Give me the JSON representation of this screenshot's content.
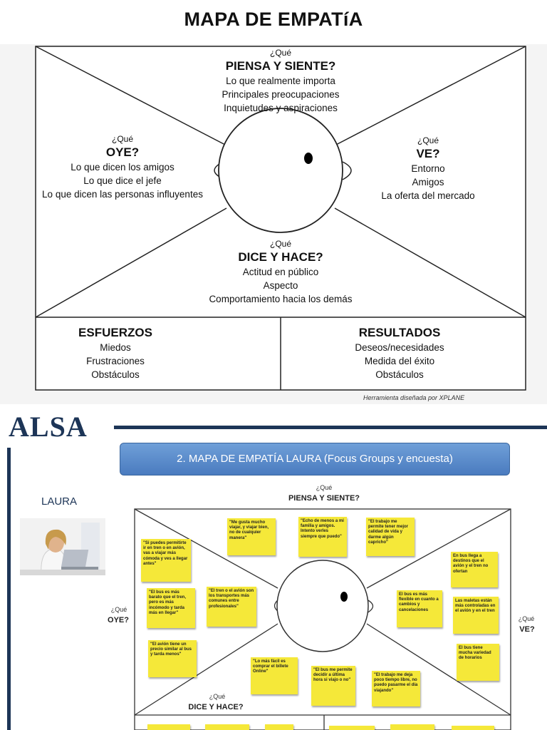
{
  "page_title": "MAPA DE EMPATíA",
  "map": {
    "piensa": {
      "q": "¿Qué",
      "h": "PIENSA Y SIENTE?",
      "lines": [
        "Lo que realmente importa",
        "Principales preocupaciones",
        "Inquietudes y aspiraciones"
      ]
    },
    "oye": {
      "q": "¿Qué",
      "h": "OYE?",
      "lines": [
        "Lo que dicen los amigos",
        "Lo que dice el jefe",
        "Lo que dicen las personas influyentes"
      ]
    },
    "ve": {
      "q": "¿Qué",
      "h": "VE?",
      "lines": [
        "Entorno",
        "Amigos",
        "La oferta del mercado"
      ]
    },
    "dice": {
      "q": "¿Qué",
      "h": "DICE Y HACE?",
      "lines": [
        "Actitud en público",
        "Aspecto",
        "Comportamiento hacia los demás"
      ]
    },
    "esfuerzos": {
      "h": "ESFUERZOS",
      "lines": [
        "Miedos",
        "Frustraciones",
        "Obstáculos"
      ]
    },
    "resultados": {
      "h": "RESULTADOS",
      "lines": [
        "Deseos/necesidades",
        "Medida del éxito",
        "Obstáculos"
      ]
    },
    "credit": "Herramienta diseñada por XPLANE"
  },
  "slide": {
    "logo": "ALSA",
    "banner": "2. MAPA DE EMPATÍA LAURA (Focus Groups y encuesta)",
    "person": "LAURA",
    "piensa_q": "¿Qué",
    "piensa_h": "PIENSA Y SIENTE?",
    "oye_q": "¿Qué",
    "oye_h": "OYE?",
    "ve_q": "¿Qué",
    "ve_h": "VE?",
    "dice_q": "¿Qué",
    "dice_h": "DICE Y HACE?",
    "notes": [
      "\"Me gusta mucho viajar, y viajar bien, no de cualquier manera\"",
      "\"Echo de menos a mi familia y amigos. Intento verles siempre que puedo\"",
      "\"El trabajo me permite tener mejor calidad de vida y darme algún capricho\"",
      "\"Si puedes permitirte ir en tren o en avión, vas a viajar más cómoda y ves a llegar antes\"",
      "\"El bus es más barato que el tren, pero es más incómodo y tarda más en llegar\"",
      "\"El tren o el avión son los transportes más comunes entre profesionales\"",
      "\"El avión tiene un precio similar al bus y tarda menos\"",
      "En bus llega a destinos que el avión y el tren no ofertan",
      "El bus es más flexible en cuanto a cambios y cancelaciones",
      "Las maletas están más controladas en el avión y en el tren",
      "El bus tiene mucha variedad de horarios",
      "\"Lo más fácil es comprar el billete Online\"",
      "\"El bus me permite decidir a última hora si viajo o no\"",
      "\"El trabajo me deja poco tiempo libre, no puedo pasarme el día viajando\""
    ]
  }
}
